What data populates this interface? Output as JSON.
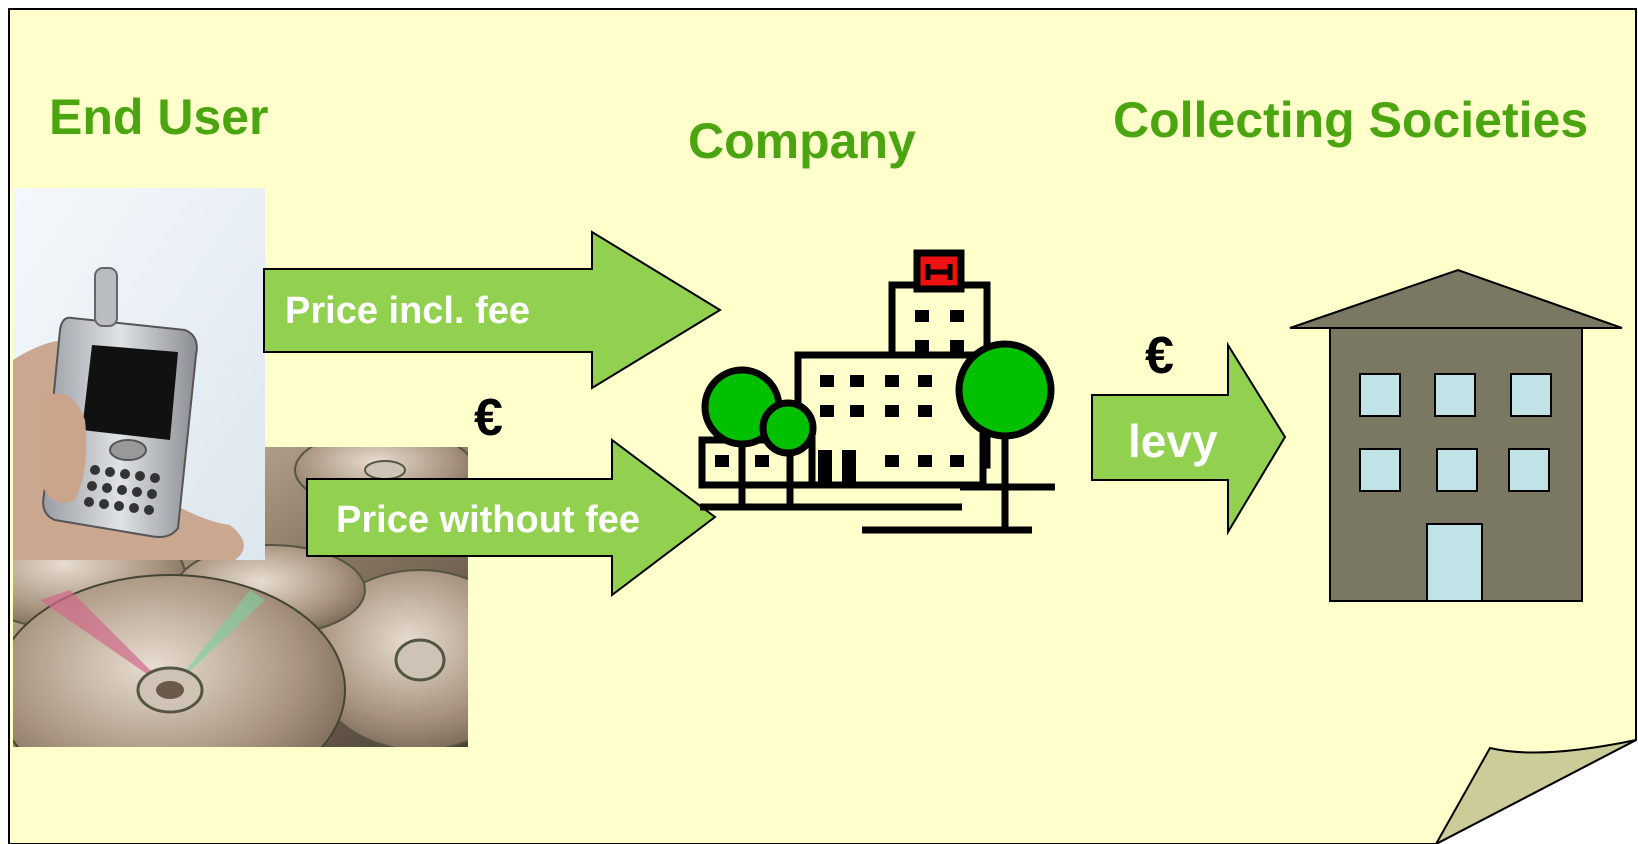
{
  "colors": {
    "background": "#ffffcc",
    "green_text": "#4aa510",
    "arrow_fill": "#92d050",
    "tree_fill": "#00c000",
    "building_wall": "#7a7762",
    "building_roof": "#7a7762",
    "window_fill": "#bfe3e6",
    "hotel_sign": "#ee1111"
  },
  "headings": {
    "end_user": "End User",
    "company": "Company",
    "collecting_societies": "Collecting Societies"
  },
  "arrows": {
    "top": "Price incl. fee",
    "bottom": "Price without fee",
    "levy": "levy"
  },
  "currency": {
    "left": "€",
    "right": "€"
  },
  "icons": {
    "phone": "mobile-phone-photo",
    "discs": "cd-discs-photo",
    "company": "hotel-building-icon",
    "collecting_societies": "office-building-icon",
    "curl": "page-curl"
  }
}
